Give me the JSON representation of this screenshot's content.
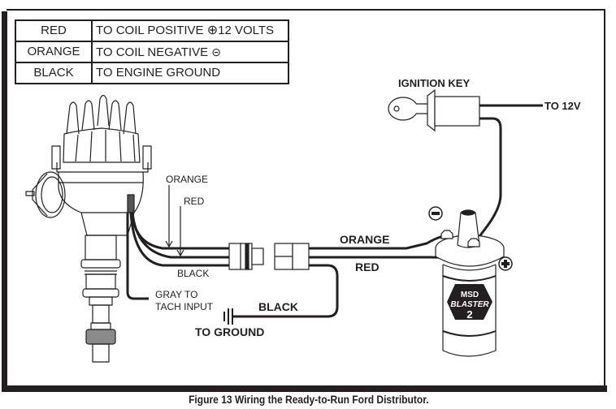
{
  "legend": {
    "rows": [
      {
        "color": "RED",
        "description": "TO COIL POSITIVE",
        "symbol": "⊕",
        "suffix": "12 VOLTS"
      },
      {
        "color": "ORANGE",
        "description": "TO COIL NEGATIVE",
        "symbol": "⊝",
        "suffix": ""
      },
      {
        "color": "BLACK",
        "description": "TO ENGINE GROUND",
        "symbol": "",
        "suffix": ""
      }
    ]
  },
  "labels": {
    "ignition_key": "IGNITION KEY",
    "to_12v": "TO 12V",
    "orange_dist": "ORANGE",
    "red_dist": "RED",
    "black_dist": "BLACK",
    "gray_line1": "GRAY TO",
    "gray_line2": "TACH INPUT",
    "black_ground": "BLACK",
    "to_ground": "TO GROUND",
    "orange_coil": "ORANGE",
    "red_coil": "RED",
    "coil_negative": "−",
    "coil_positive": "+",
    "coil_brand": "MSD",
    "coil_model": "BLASTER",
    "coil_number": "2"
  },
  "caption": "Figure 13  Wiring the Ready-to-Run Ford Distributor.",
  "colors": {
    "ink": "#231f20",
    "paper": "#ffffff"
  }
}
